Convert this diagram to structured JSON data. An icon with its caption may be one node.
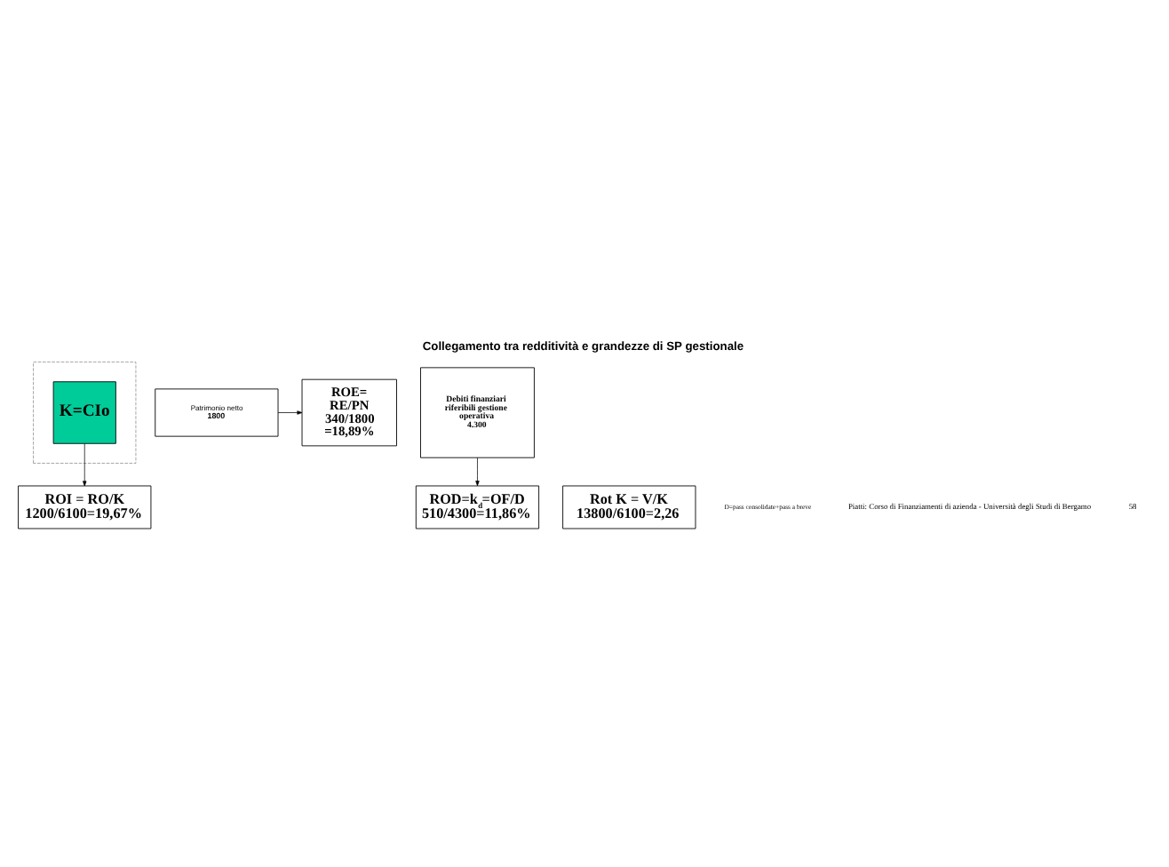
{
  "diagram": {
    "title": "Collegamento tra redditività e grandezze di SP gestionale",
    "nodes": [
      {
        "text": [],
        "shape": "box"
      },
      {
        "text": [
          "K=CIo"
        ],
        "in": 0
      },
      {
        "text": [
          "Patrimonio netto",
          "1800"
        ]
      },
      {
        "text": [
          "Debiti finanziari riferibili gestione operativa",
          "4.300"
        ]
      },
      {
        "text": [
          "ROE= RE/PN",
          "340/1800=18,89%"
        ]
      },
      {
        "text": [
          "ROI = RO/K",
          "1200/6100=19,67%"
        ]
      },
      {
        "text": [
          "ROD=k$_{d}$=OF/D",
          "510/4300=11,86%"
        ]
      },
      {
        "text": [
          "Rot K = V/K",
          "13800/6100=2,26"
        ]
      }
    ],
    "edges": [
      {
        "from": 1,
        "to": 5,
        "arrow": "to"
      },
      {
        "from": 2,
        "to": 4,
        "arrow": "to"
      },
      {
        "from": 3,
        "to": 6,
        "arrow": "to"
      }
    ],
    "labels": [
      "D=pass consolidate+pass a breve",
      "Piatti: Corso di Finanziamenti di azienda - Università degli Studi di Bergamo",
      "58"
    ]
  }
}
